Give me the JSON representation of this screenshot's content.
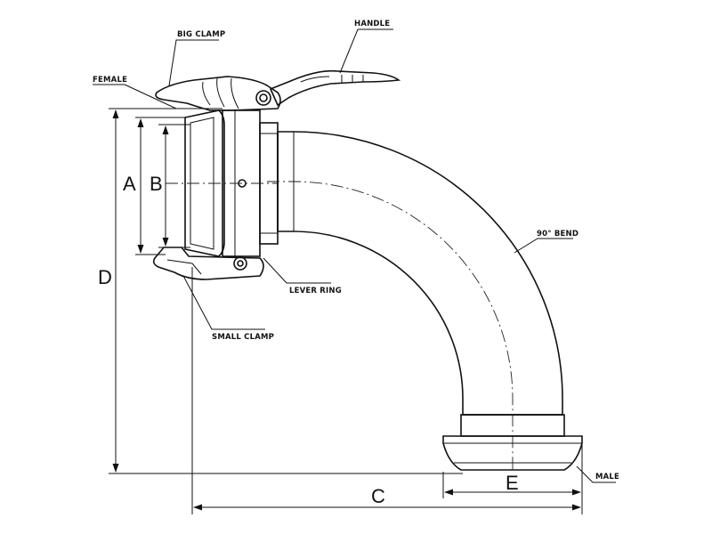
{
  "labels": {
    "handle": "HANDLE",
    "big_clamp": "BIG CLAMP",
    "female": "FEMALE",
    "bend": "90° BEND",
    "lever_ring": "LEVER RING",
    "small_clamp": "SMALL CLAMP",
    "male": "MALE"
  },
  "dimensions": {
    "a": "A",
    "b": "B",
    "c": "C",
    "d": "D",
    "e": "E"
  }
}
